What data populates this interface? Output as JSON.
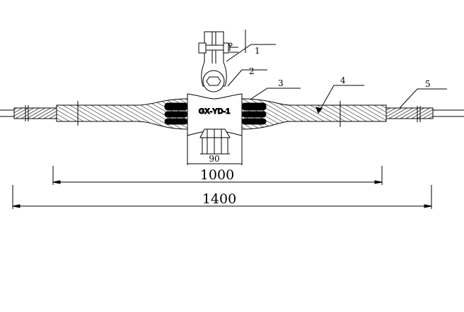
{
  "drawing": {
    "model_label": "GX-YD-1",
    "part_numbers": [
      "1",
      "2",
      "3",
      "4",
      "5"
    ],
    "dimensions": {
      "clamp_width": "90",
      "inner_length": "1000",
      "overall_length": "1400"
    }
  }
}
